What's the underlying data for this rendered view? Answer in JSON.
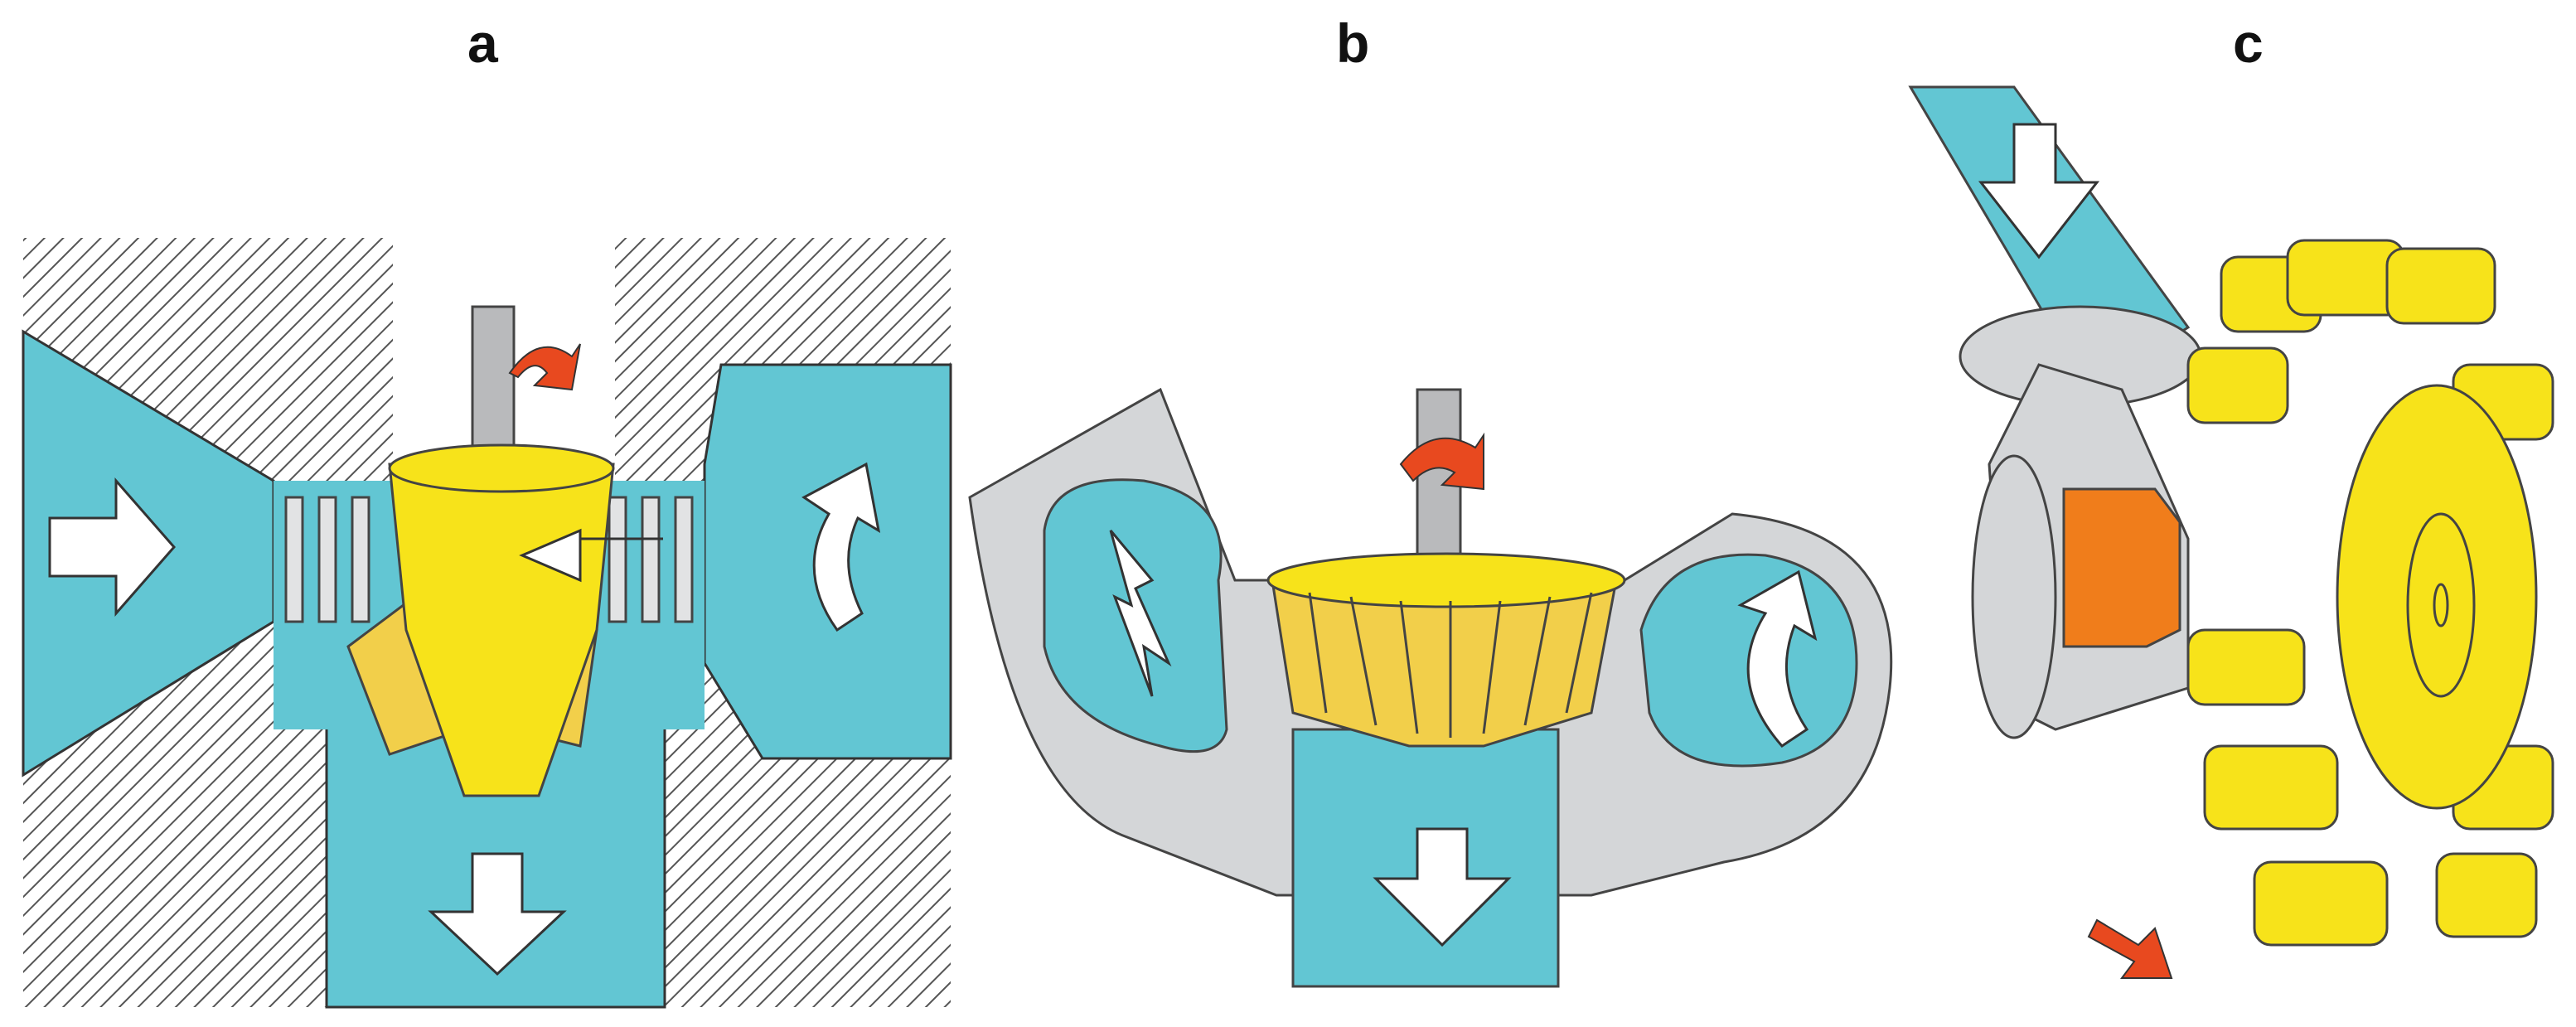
{
  "figure": {
    "panels": [
      {
        "label": "a"
      },
      {
        "label": "b"
      },
      {
        "label": "c"
      }
    ]
  },
  "colors": {
    "water": "#62c6d3",
    "runner": "#f7e31a",
    "blade_shadow": "#f2cf4a",
    "casing": "#d4d6d8",
    "shaft": "#b9babc",
    "rotation_arrow": "#e8491f",
    "nozzle": "#f07d1b",
    "outline": "#333333",
    "hatch": "#555555",
    "flow_arrow": "#ffffff"
  }
}
